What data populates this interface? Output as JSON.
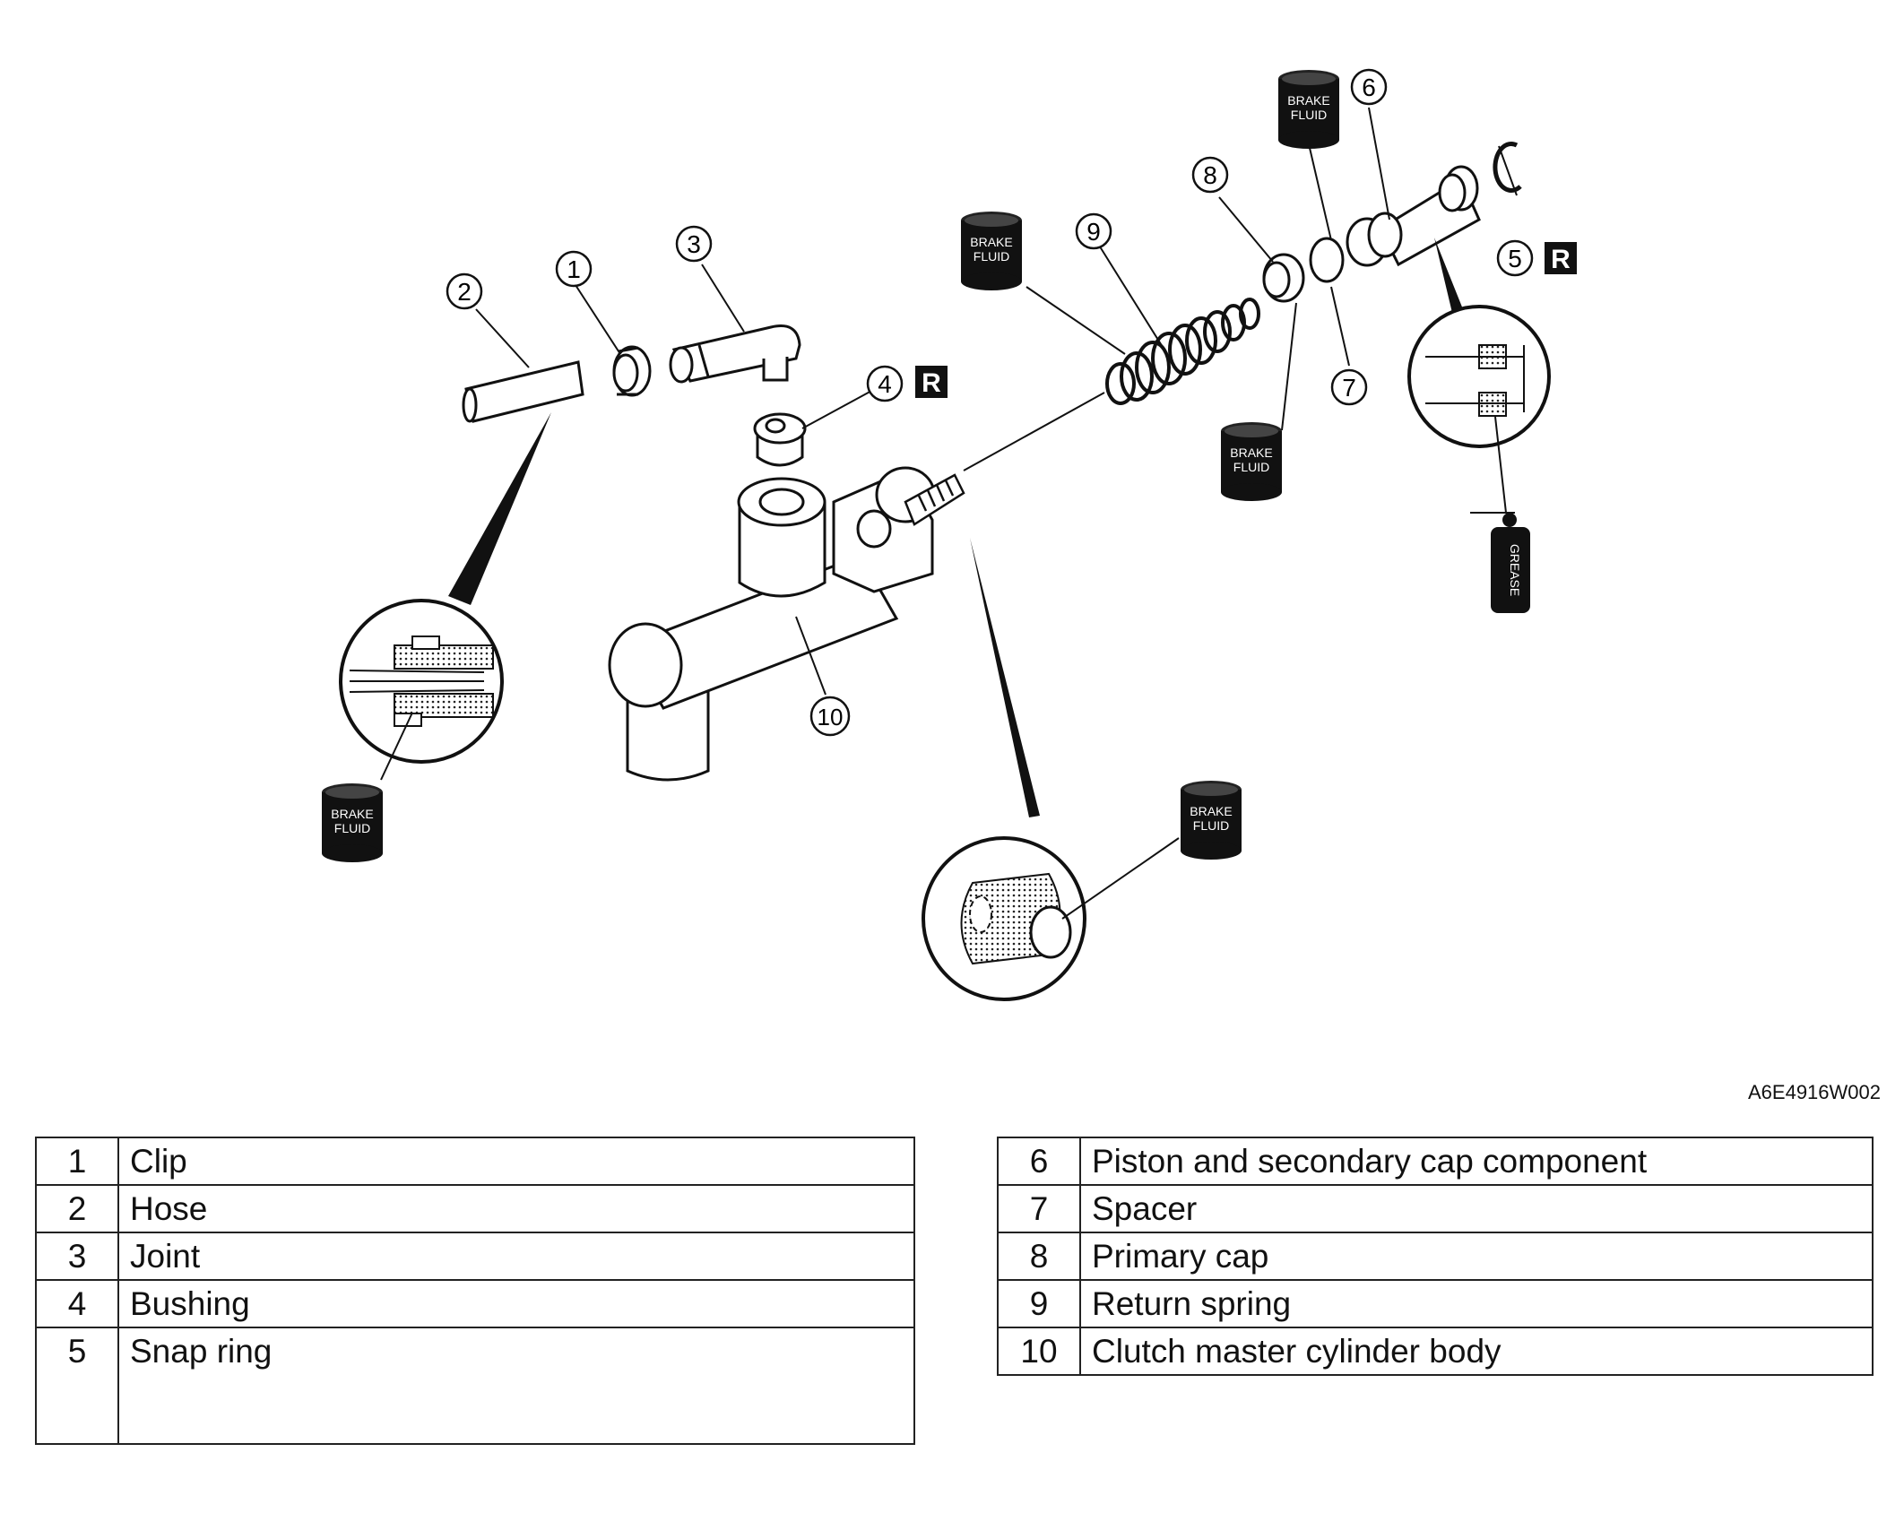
{
  "figure_code": "A6E4916W002",
  "callouts": [
    "1",
    "2",
    "3",
    "4",
    "5",
    "6",
    "7",
    "8",
    "9",
    "10"
  ],
  "replace_mark": "R",
  "brake_fluid_label": [
    "BRAKE",
    "FLUID"
  ],
  "grease_label": "GREASE",
  "parts_left": [
    {
      "num": "1",
      "name": "Clip"
    },
    {
      "num": "2",
      "name": "Hose"
    },
    {
      "num": "3",
      "name": "Joint"
    },
    {
      "num": "4",
      "name": "Bushing"
    },
    {
      "num": "5",
      "name": "Snap ring"
    }
  ],
  "parts_right": [
    {
      "num": "6",
      "name": "Piston and secondary cap component"
    },
    {
      "num": "7",
      "name": "Spacer"
    },
    {
      "num": "8",
      "name": "Primary cap"
    },
    {
      "num": "9",
      "name": "Return spring"
    },
    {
      "num": "10",
      "name": "Clutch master cylinder body"
    }
  ]
}
